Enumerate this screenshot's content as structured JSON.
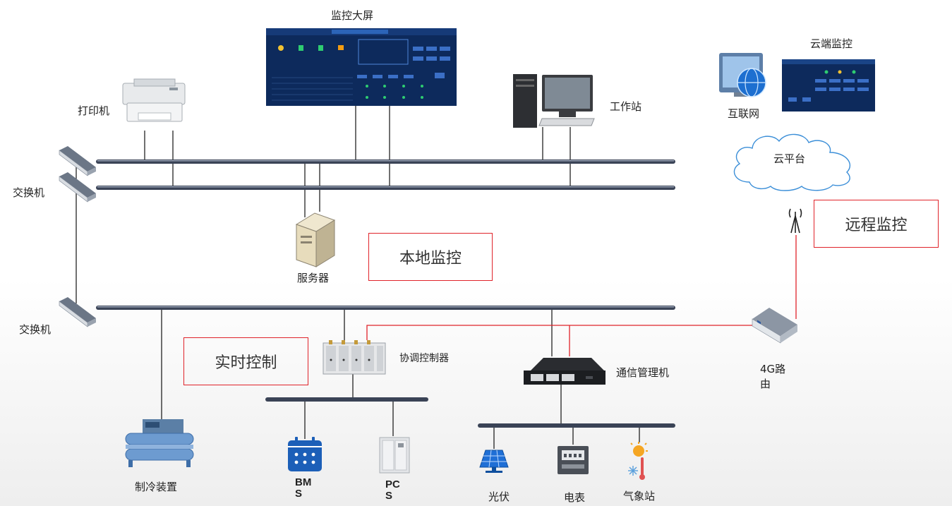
{
  "labels": {
    "monitor_screen": "监控大屏",
    "printer": "打印机",
    "workstation": "工作站",
    "cloud_monitor": "云端监控",
    "internet": "互联网",
    "cloud_platform": "云平台",
    "switch_top": "交换机",
    "switch_bottom": "交换机",
    "server": "服务器",
    "coordinator": "协调控制器",
    "comm_manager": "通信管理机",
    "router_line1": "4G路",
    "router_line2": "由",
    "chiller": "制冷装置",
    "bms_line1": "BM",
    "bms_line2": "S",
    "pcs_line1": "PC",
    "pcs_line2": "S",
    "pv": "光伏",
    "meter": "电表",
    "weather": "气象站"
  },
  "regions": {
    "local_monitoring": "本地监控",
    "remote_monitoring": "远程监控",
    "realtime_control": "实时控制"
  },
  "colors": {
    "bus": "#3a4356",
    "wire": "#222222",
    "remote_link": "#e0232a",
    "screen_bg": "#0d2a5c",
    "highlight_box": "#e0232a"
  }
}
